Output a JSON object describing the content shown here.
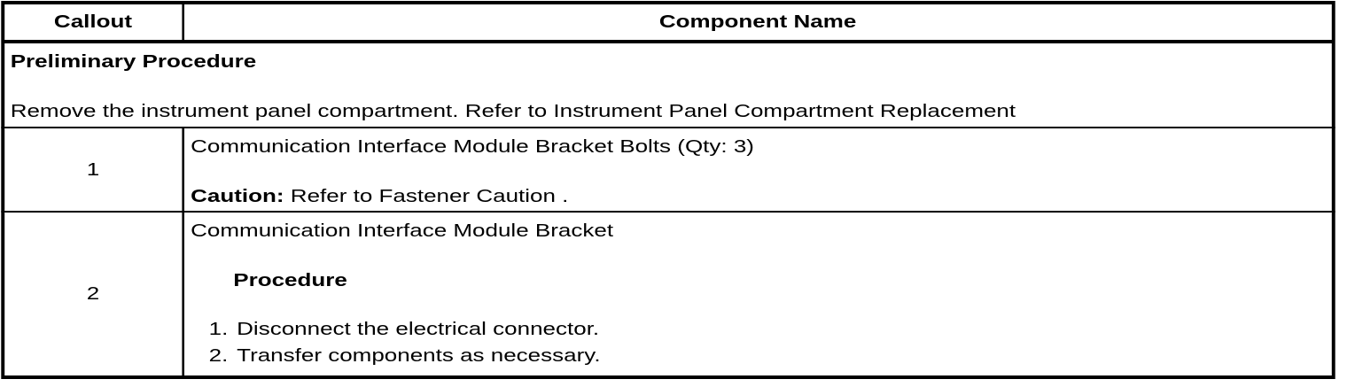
{
  "table": {
    "header": {
      "callout": "Callout",
      "component_name": "Component Name"
    },
    "preliminary": {
      "title": "Preliminary Procedure",
      "instruction": "Remove the instrument panel compartment. Refer to Instrument Panel Compartment Replacement"
    },
    "rows": [
      {
        "callout": "1",
        "component": "Communication Interface Module Bracket Bolts (Qty: 3)",
        "caution_label": "Caution:",
        "caution_text": "Refer to Fastener Caution ."
      },
      {
        "callout": "2",
        "component": "Communication Interface Module Bracket",
        "procedure_heading": "Procedure",
        "procedure_steps": [
          "Disconnect the electrical connector.",
          "Transfer components as necessary."
        ]
      }
    ]
  },
  "colors": {
    "border": "#000000",
    "text": "#000000",
    "background": "#ffffff"
  }
}
